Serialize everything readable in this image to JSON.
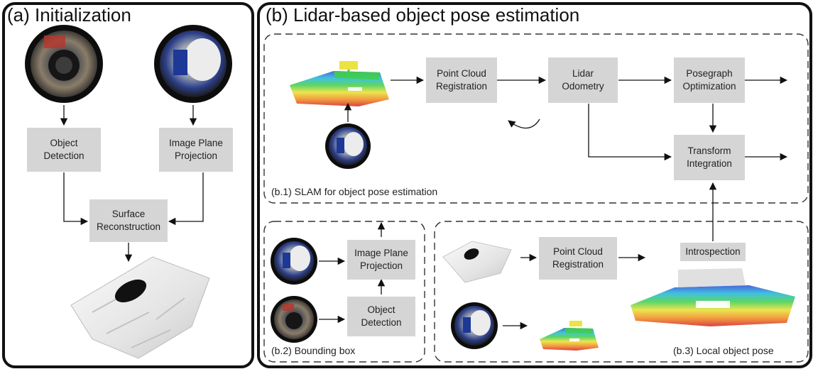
{
  "panel_a": {
    "title": "(a) Initialization",
    "box_object_detection": "Object\nDetection",
    "box_image_plane_projection": "Image Plane\nProjection",
    "box_surface_reconstruction": "Surface\nReconstruction"
  },
  "panel_b": {
    "title": "(b) Lidar-based object pose estimation",
    "slam": {
      "label": "(b.1) SLAM for object pose estimation",
      "box_point_cloud_registration": "Point Cloud\nRegistration",
      "box_lidar_odometry": "Lidar\nOdometry",
      "box_posegraph_optimization": "Posegraph\nOptimization",
      "box_transform_integration": "Transform\nIntegration"
    },
    "bbox": {
      "label": "(b.2) Bounding box",
      "box_image_plane_projection": "Image Plane\nProjection",
      "box_object_detection": "Object\nDetection"
    },
    "local": {
      "label": "(b.3) Local object pose",
      "box_point_cloud_registration": "Point Cloud\nRegistration",
      "box_introspection": "Introspection"
    }
  },
  "colors": {
    "box_fill": "#d5d5d5",
    "frame": "#111111",
    "colormap": [
      "#7a1fa2",
      "#2b4bd6",
      "#1fb5d9",
      "#3fcf4a",
      "#e8e030",
      "#f08a1e",
      "#d42020"
    ]
  }
}
